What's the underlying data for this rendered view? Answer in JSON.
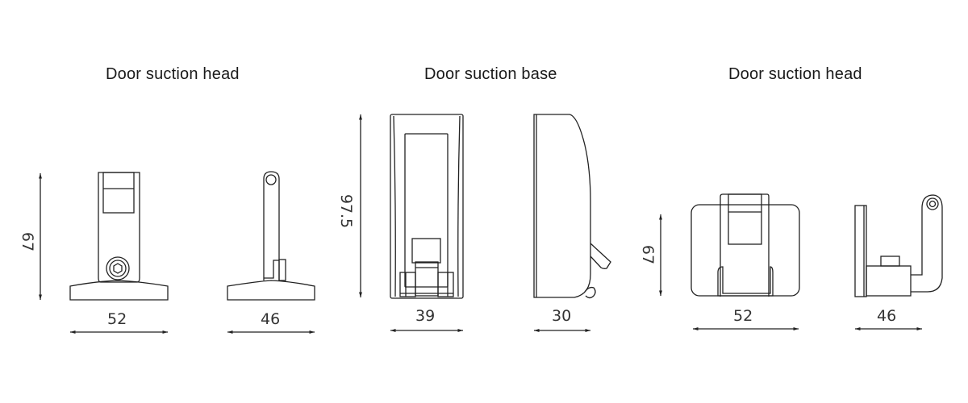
{
  "titles": {
    "left": "Door suction head",
    "center": "Door suction base",
    "right": "Door suction head"
  },
  "dimensions": {
    "left_front_width": "52",
    "left_side_width": "46",
    "left_height": "67",
    "center_front_width": "39",
    "center_side_width": "30",
    "center_height": "97.5",
    "right_front_width": "52",
    "right_side_width": "46",
    "right_height": "67"
  },
  "colors": {
    "line": "#222222",
    "background": "#ffffff"
  }
}
